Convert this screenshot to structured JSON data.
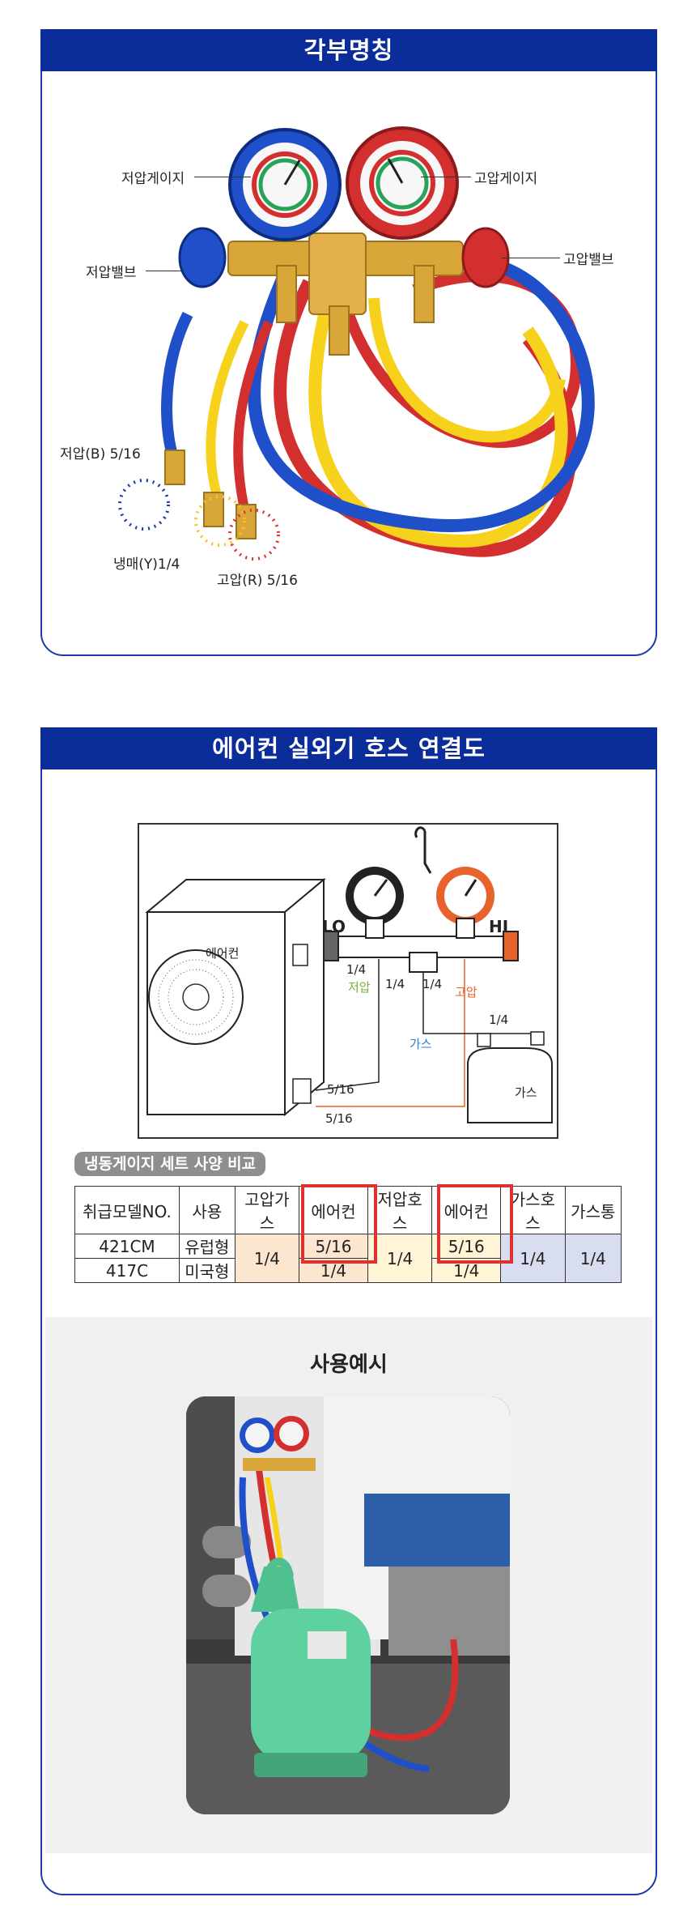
{
  "section1": {
    "title": "각부명칭",
    "labels": {
      "low_gauge": "저압게이지",
      "high_gauge": "고압게이지",
      "low_valve": "저압밸브",
      "high_valve": "고압밸브",
      "low_port": "저압(B) 5/16",
      "refrigerant_port": "냉매(Y)1/4",
      "high_port": "고압(R) 5/16"
    }
  },
  "section2": {
    "title": "에어컨 실외기 호스 연결도",
    "diagram": {
      "aircon": "에어컨",
      "lo": "LO",
      "hi": "HI",
      "quarter_left": "1/4",
      "quarter_mid1": "1/4",
      "quarter_mid2": "1/4",
      "low_label": "저압",
      "high_label": "고압",
      "gas_line_label": "가스",
      "tank_quarter": "1/4",
      "tank_label": "가스",
      "port_a": "5/16",
      "port_b": "5/16"
    },
    "table_badge": "냉동게이지 세트 사양 비교",
    "table": {
      "headers": [
        "취급모델NO.",
        "사용",
        "고압가스",
        "에어컨",
        "저압호스",
        "에어컨",
        "가스호스",
        "가스통"
      ],
      "row1": {
        "model": "421CM",
        "use": "유럽형",
        "aircon_high": "5/16",
        "aircon_low": "5/16"
      },
      "row2": {
        "model": "417C",
        "use": "미국형",
        "aircon_high": "1/4",
        "aircon_low": "1/4"
      },
      "merged": {
        "high_gas": "1/4",
        "low_hose": "1/4",
        "gas_hose": "1/4",
        "gas_tank": "1/4"
      }
    },
    "example_title": "사용예시"
  },
  "colors": {
    "header_blue": "#0a2d9a",
    "frame_blue": "#1a3aa8",
    "gauge_blue": "#1f4fc9",
    "gauge_red": "#d32f2f",
    "hose_yellow": "#f7d21c",
    "tank_green": "#5fd1a0",
    "highlight_red": "#e03131"
  }
}
